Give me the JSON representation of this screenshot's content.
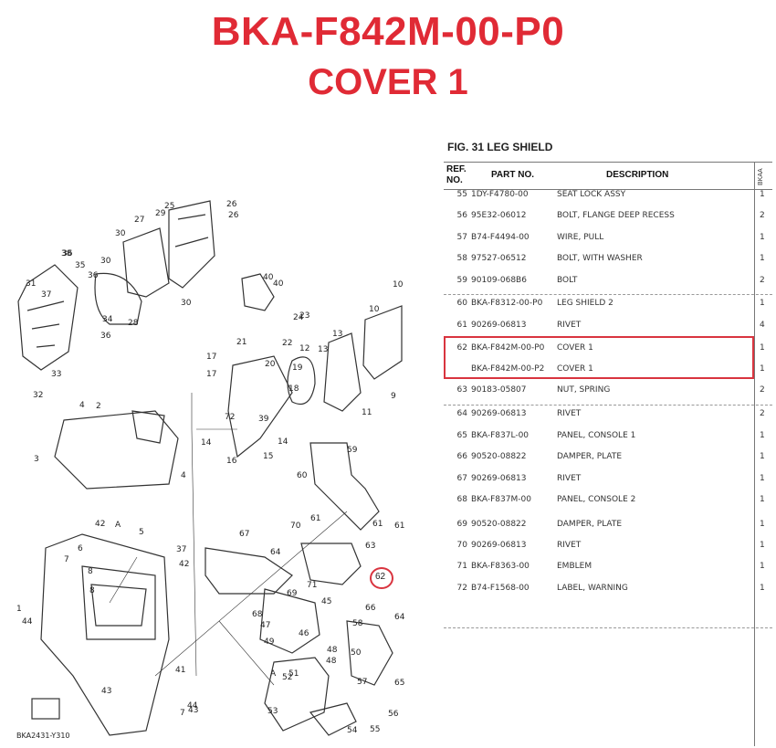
{
  "headline": {
    "part_number": "BKA-F842M-00-P0",
    "part_name": "COVER 1"
  },
  "figure": {
    "title": "FIG. 31  LEG SHIELD",
    "catalog_code": "BKA2431-Y310",
    "highlighted_callout": "62"
  },
  "table": {
    "headers": {
      "ref": "REF. NO.",
      "part": "PART NO.",
      "desc": "DESCRIPTION",
      "qty": "BKAA"
    },
    "rows": [
      {
        "ref": "55",
        "part": "1DY-F4780-00",
        "desc": "SEAT LOCK ASSY",
        "qty": "1"
      },
      {
        "ref": "56",
        "part": "95E32-06012",
        "desc": "BOLT, FLANGE DEEP RECESS",
        "qty": "2"
      },
      {
        "ref": "57",
        "part": "B74-F4494-00",
        "desc": "WIRE, PULL",
        "qty": "1"
      },
      {
        "ref": "58",
        "part": "97527-06512",
        "desc": "BOLT, WITH WASHER",
        "qty": "1"
      },
      {
        "ref": "59",
        "part": "90109-068B6",
        "desc": "BOLT",
        "qty": "2"
      },
      {
        "ref": "60",
        "part": "BKA-F8312-00-P0",
        "desc": "LEG SHIELD 2",
        "qty": "1"
      },
      {
        "ref": "61",
        "part": "90269-06813",
        "desc": "RIVET",
        "qty": "4"
      },
      {
        "ref": "62",
        "part": "BKA-F842M-00-P0",
        "desc": "COVER 1",
        "qty": "1"
      },
      {
        "ref": "",
        "part": "BKA-F842M-00-P2",
        "desc": "COVER 1",
        "qty": "1"
      },
      {
        "ref": "63",
        "part": "90183-05807",
        "desc": "NUT, SPRING",
        "qty": "2"
      },
      {
        "ref": "64",
        "part": "90269-06813",
        "desc": "RIVET",
        "qty": "2"
      },
      {
        "ref": "65",
        "part": "BKA-F837L-00",
        "desc": "PANEL, CONSOLE 1",
        "qty": "1"
      },
      {
        "ref": "66",
        "part": "90520-08822",
        "desc": "DAMPER, PLATE",
        "qty": "1"
      },
      {
        "ref": "67",
        "part": "90269-06813",
        "desc": "RIVET",
        "qty": "1"
      },
      {
        "ref": "68",
        "part": "BKA-F837M-00",
        "desc": "PANEL, CONSOLE 2",
        "qty": "1"
      },
      {
        "ref": "69",
        "part": "90520-08822",
        "desc": "DAMPER, PLATE",
        "qty": "1"
      },
      {
        "ref": "70",
        "part": "90269-06813",
        "desc": "RIVET",
        "qty": "1"
      },
      {
        "ref": "71",
        "part": "BKA-F8363-00",
        "desc": "EMBLEM",
        "qty": "1"
      },
      {
        "ref": "72",
        "part": "B74-F1568-00",
        "desc": "LABEL, WARNING",
        "qty": "1"
      }
    ]
  },
  "callouts": [
    "25",
    "26",
    "26",
    "27",
    "28",
    "29",
    "30",
    "30",
    "30",
    "31",
    "32",
    "33",
    "34",
    "35",
    "36",
    "36",
    "36",
    "38",
    "39",
    "40",
    "40",
    "24",
    "23",
    "22",
    "21",
    "20",
    "19",
    "18",
    "17",
    "17",
    "16",
    "15",
    "14",
    "14",
    "13",
    "13",
    "12",
    "11",
    "10",
    "10",
    "9",
    "8",
    "8",
    "7",
    "7",
    "6",
    "5",
    "4",
    "4",
    "3",
    "2",
    "1",
    "41",
    "42",
    "42",
    "43",
    "43",
    "44",
    "44",
    "45",
    "46",
    "47",
    "48",
    "48",
    "49",
    "50",
    "51",
    "52",
    "53",
    "54",
    "55",
    "56",
    "57",
    "58",
    "59",
    "60",
    "61",
    "61",
    "61",
    "63",
    "64",
    "64",
    "65",
    "66",
    "67",
    "68",
    "69",
    "70",
    "71",
    "72",
    "37",
    "37",
    "A",
    "A"
  ]
}
